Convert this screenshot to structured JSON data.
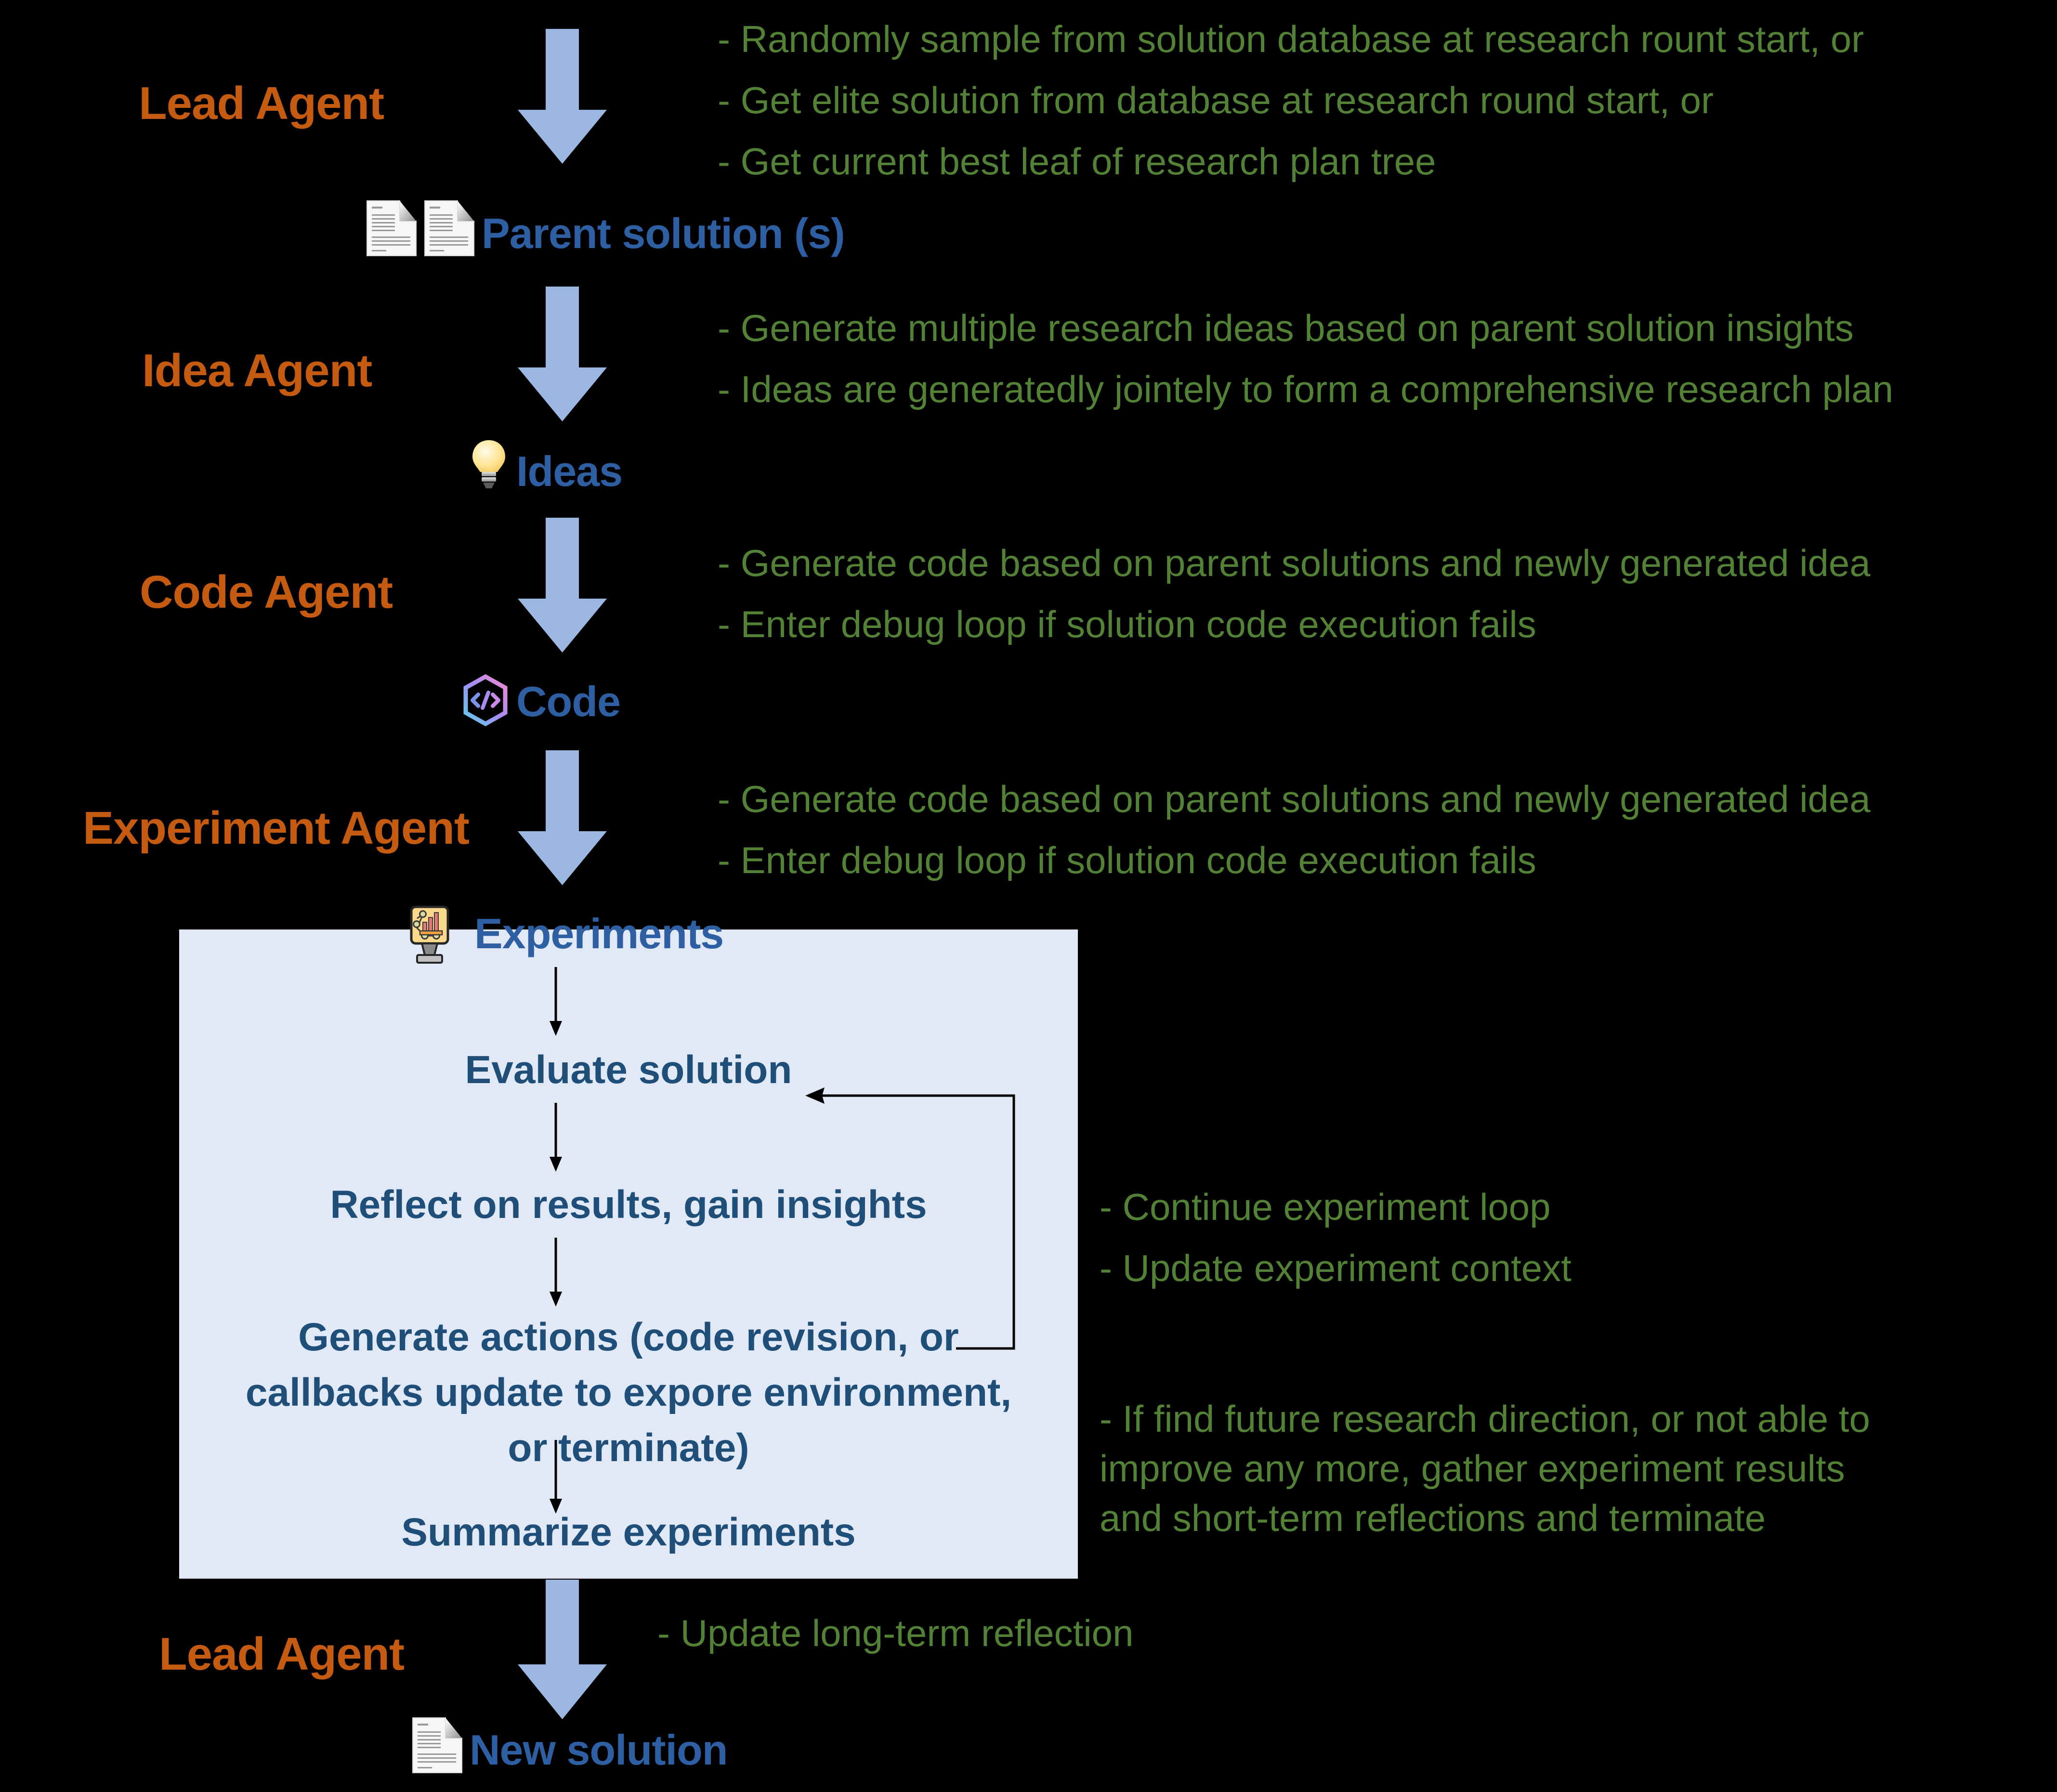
{
  "diagram": {
    "title": "Multi-agent research loop pipeline",
    "colors": {
      "background": "#000000",
      "agent_label": "#C55A11",
      "annotation_green": "#538135",
      "artifact_blue": "#2E5FA3",
      "step_navy": "#1F4E79",
      "block_arrow": "#9DB7E3",
      "panel_fill": "#E1E9F7"
    }
  },
  "agents": {
    "lead_top": "Lead Agent",
    "idea": "Idea Agent",
    "code": "Code Agent",
    "experiment": "Experiment Agent",
    "lead_bottom": "Lead Agent"
  },
  "artifacts": {
    "parent_solution": "Parent solution (s)",
    "ideas": "Ideas",
    "code": "Code",
    "experiments": "Experiments",
    "new_solution": "New solution"
  },
  "icons": {
    "parent_solution": "document-icon",
    "ideas": "lightbulb-icon",
    "code": "code-hexagon-icon",
    "experiments": "experiment-monitor-chart-icon",
    "new_solution": "document-icon"
  },
  "annotations": {
    "lead_top": [
      "- Randomly sample from solution database at research rount start, or",
      "- Get elite solution from database at research round start, or",
      "- Get current best leaf of research plan tree"
    ],
    "idea": [
      "- Generate multiple research ideas based on parent solution insights",
      "- Ideas are generatedly jointely to form a comprehensive research plan"
    ],
    "code": [
      "- Generate code based on parent solutions  and newly generated idea",
      "- Enter debug loop if solution code execution fails"
    ],
    "experiment": [
      "- Generate code based on parent solutions  and newly generated idea",
      "- Enter debug loop if solution code execution fails"
    ],
    "loop_continue": [
      "- Continue experiment loop",
      "- Update experiment context"
    ],
    "loop_terminate": "- If find future research direction, or not able to improve any more, gather experiment results and short-term reflections and terminate",
    "lead_bottom": "- Update long-term reflection"
  },
  "experiment_panel": {
    "steps": [
      "Evaluate solution",
      "Reflect on results, gain insights",
      "Generate actions (code revision, or callbacks update to expore environment, or terminate)",
      "Summarize experiments"
    ],
    "generate_actions_lines": [
      "Generate actions (code revision, or",
      "callbacks update to expore environment,",
      "or terminate)"
    ]
  }
}
